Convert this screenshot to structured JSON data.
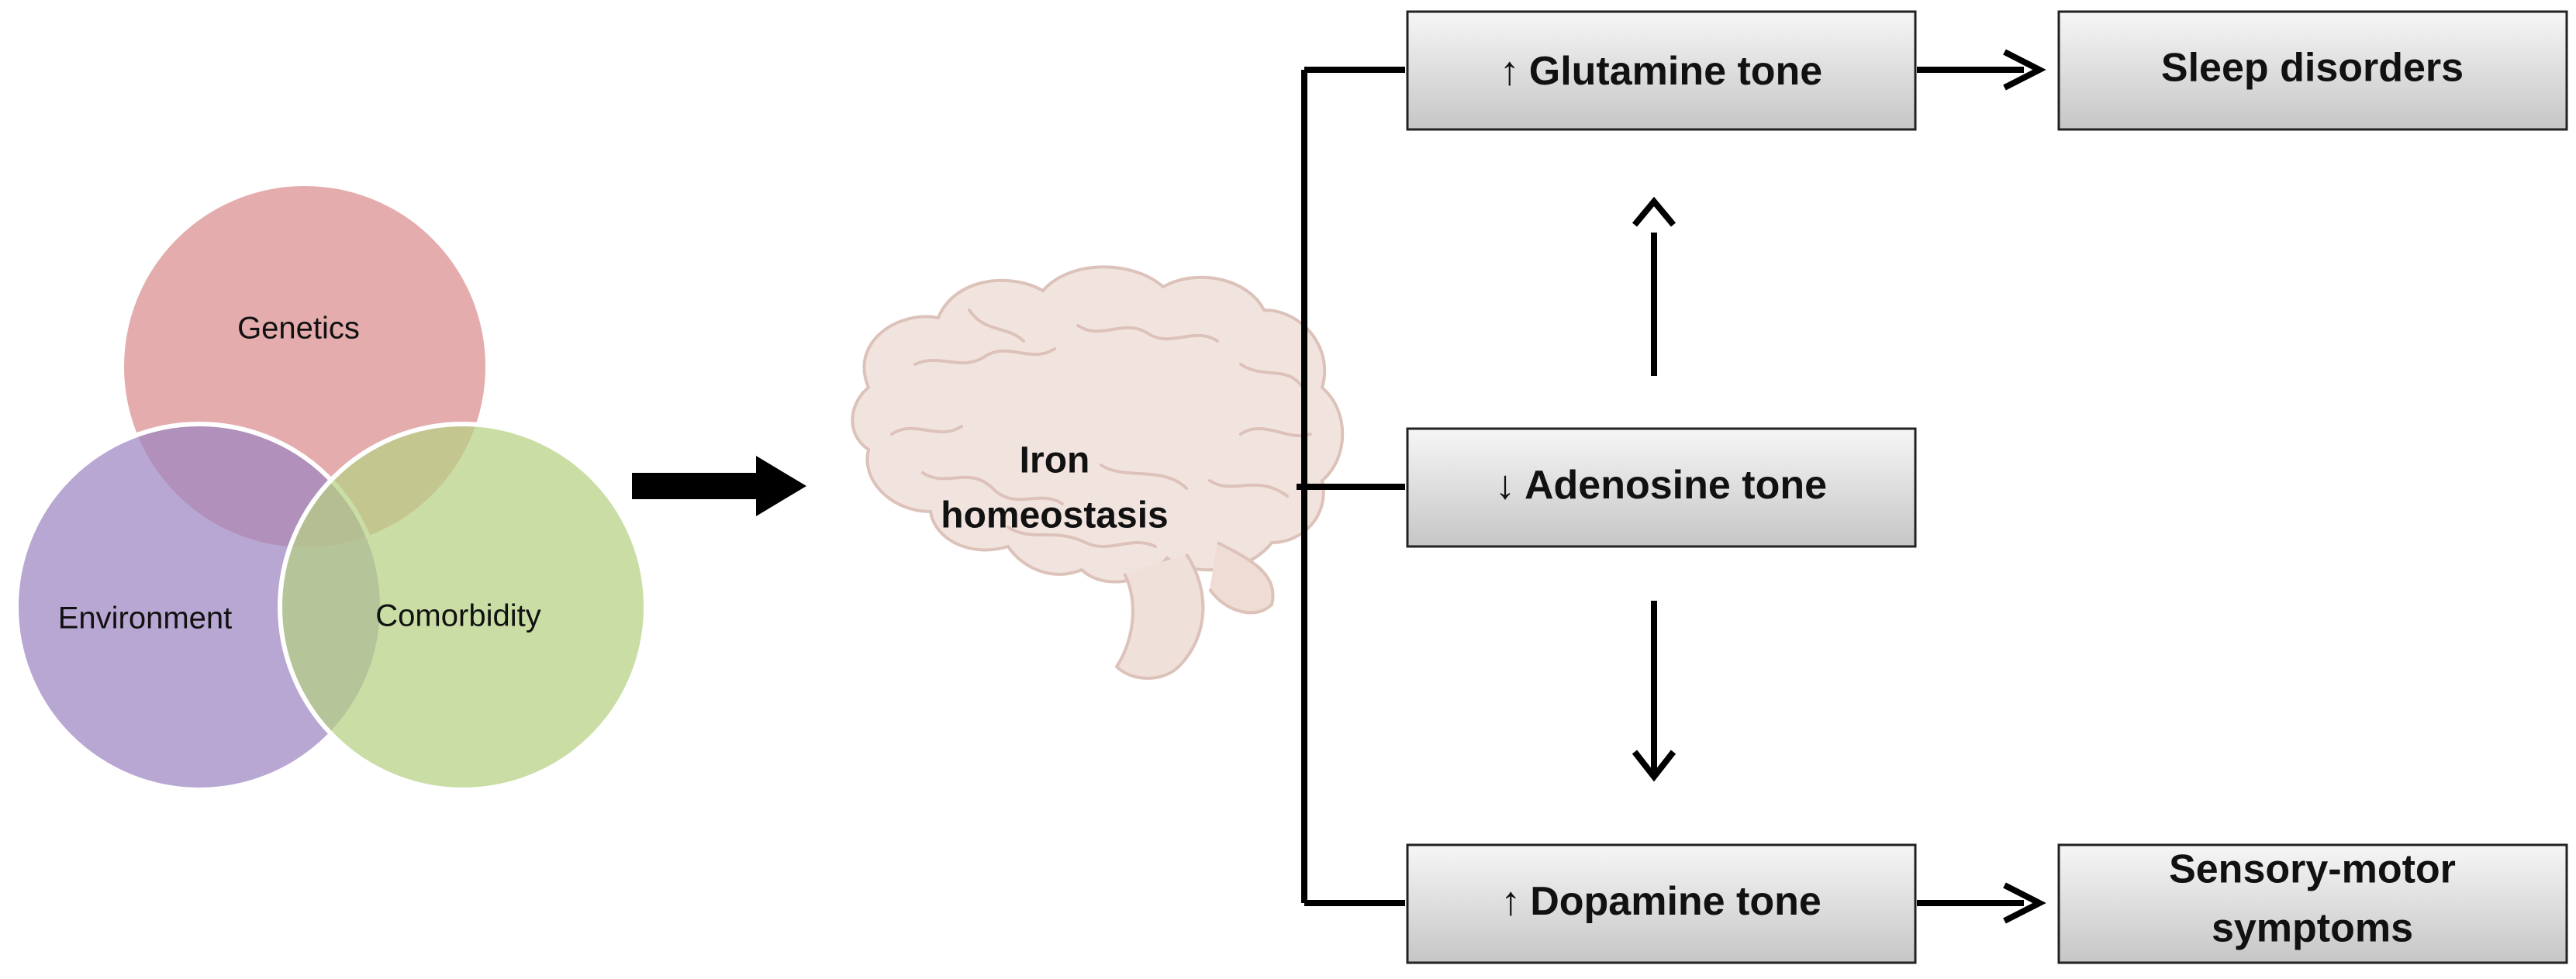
{
  "venn": {
    "circle_top": {
      "label": "Genetics",
      "color": "#d98c8c"
    },
    "circle_left": {
      "label": "Environment",
      "color": "#a58fc4"
    },
    "circle_right": {
      "label": "Comorbidity",
      "color": "#bcd58c"
    }
  },
  "center": {
    "line1": "Iron",
    "line2": "homeostasis",
    "icon": "brain-icon"
  },
  "boxes": {
    "glutamine": {
      "arrow": "↑",
      "label": "Glutamine tone"
    },
    "adenosine": {
      "arrow": "↓",
      "label": "Adenosine tone"
    },
    "dopamine": {
      "arrow": "↑",
      "label": "Dopamine tone"
    },
    "sleep": {
      "label": "Sleep disorders"
    },
    "sensory": {
      "line1": "Sensory-motor",
      "line2": "symptoms"
    }
  },
  "colors": {
    "box_top": "#f6f6f6",
    "box_bottom": "#c9c9c9",
    "line": "#000000"
  }
}
